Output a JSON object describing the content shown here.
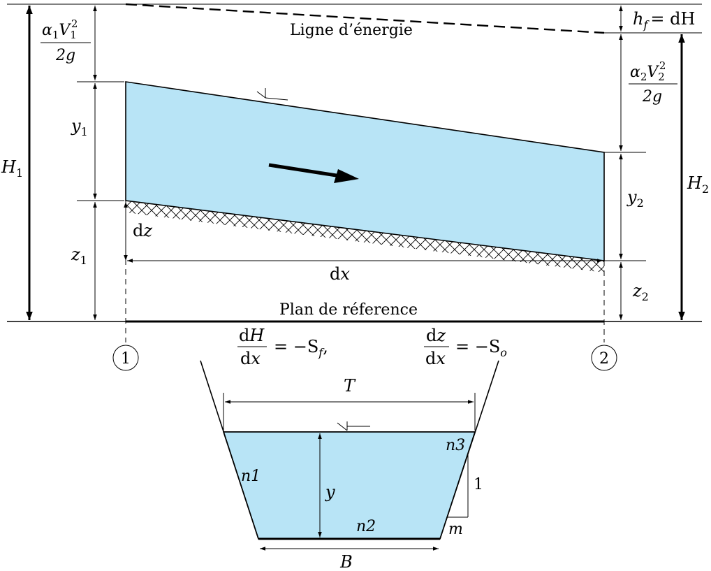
{
  "energy_line": {
    "label": "Ligne d’énergie",
    "hf": "h",
    "hf_sub": "f",
    "hf_rhs": "= dH"
  },
  "head1": {
    "alpha": "α",
    "alpha_sub": "1",
    "V": "V",
    "V_sub": "1",
    "V_sup": "2",
    "den": "2g"
  },
  "head2": {
    "alpha": "α",
    "alpha_sub": "2",
    "V": "V",
    "V_sub": "2",
    "V_sup": "2",
    "den": "2g"
  },
  "H1": {
    "main": "H",
    "sub": "1"
  },
  "H2": {
    "main": "H",
    "sub": "2"
  },
  "y1": {
    "main": "y",
    "sub": "1"
  },
  "y2": {
    "main": "y",
    "sub": "2"
  },
  "z1": {
    "main": "z",
    "sub": "1"
  },
  "z2": {
    "main": "z",
    "sub": "2"
  },
  "dz": {
    "d": "d",
    "v": "z"
  },
  "dx": {
    "d": "d",
    "v": "x"
  },
  "datum": {
    "label": "Plan de réference"
  },
  "sections": {
    "s1": "1",
    "s2": "2"
  },
  "eq1": {
    "num_d": "d",
    "num_v": "H",
    "den_d": "d",
    "den_v": "x",
    "rhs": "= −S",
    "rhs_sub": "f",
    "tail": ","
  },
  "eq2": {
    "num_d": "d",
    "num_v": "z",
    "den_d": "d",
    "den_v": "x",
    "rhs": "= −S",
    "rhs_sub": "o"
  },
  "cross_section": {
    "T": "T",
    "B": "B",
    "y": "y",
    "n1": "n1",
    "n2": "n2",
    "n3": "n3",
    "one": "1",
    "m": "m"
  }
}
